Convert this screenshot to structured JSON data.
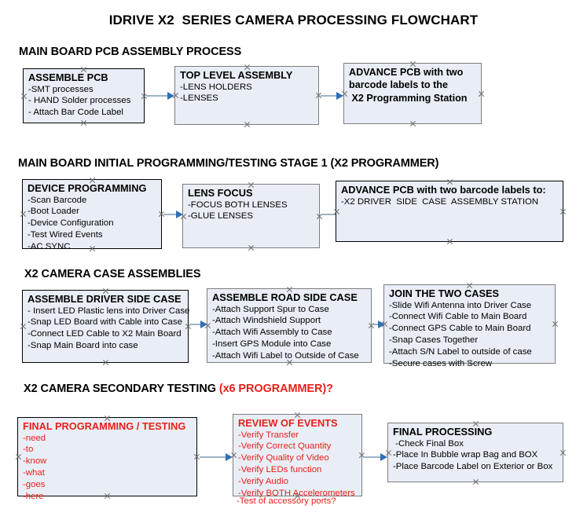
{
  "document": {
    "title": "IDRIVE X2  SERIES CAMERA PROCESSING FLOWCHART",
    "accent_red": "#e8201a",
    "node_fill": "#e9eef6",
    "arrow_color": "#9bb3c6",
    "arrow_head_color": "#2f6fb5"
  },
  "sections": [
    {
      "id": "pcb-assembly",
      "title": "MAIN BOARD PCB ASSEMBLY PROCESS",
      "title_suffix": "",
      "nodes": [
        {
          "id": "assemble-pcb",
          "title": "ASSEMBLE PCB",
          "lines": [
            "-SMT processes",
            "- HAND Solder processes",
            "- Attach Bar Code Label"
          ]
        },
        {
          "id": "top-level-assembly",
          "title": "TOP LEVEL ASSEMBLY",
          "lines": [
            "-LENS HOLDERS",
            "-LENSES"
          ]
        },
        {
          "id": "advance-pcb-to-programming",
          "title": "ADVANCE PCB with two",
          "lines": [
            "barcode labels to the",
            " X2 Programming Station"
          ]
        }
      ]
    },
    {
      "id": "initial-programming",
      "title": "MAIN BOARD INITIAL PROGRAMMING/TESTING STAGE 1 (X2 PROGRAMMER)",
      "title_suffix": "",
      "nodes": [
        {
          "id": "device-programming",
          "title": "DEVICE PROGRAMMING",
          "lines": [
            "-Scan Barcode",
            "-Boot Loader",
            "-Device Configuration",
            "-Test Wired Events",
            "-AC SYNC"
          ]
        },
        {
          "id": "lens-focus",
          "title": "LENS FOCUS",
          "lines": [
            "-FOCUS BOTH LENSES",
            "-GLUE LENSES"
          ]
        },
        {
          "id": "advance-pcb-to-driver-case",
          "title": "ADVANCE PCB with two barcode labels to:",
          "lines": [
            "-X2 DRIVER  SIDE  CASE  ASSEMBLY STATION"
          ]
        }
      ]
    },
    {
      "id": "case-assemblies",
      "title": "X2 CAMERA CASE ASSEMBLIES",
      "title_suffix": "",
      "nodes": [
        {
          "id": "assemble-driver-side-case",
          "title": "ASSEMBLE DRIVER SIDE CASE",
          "lines": [
            "- Insert LED Plastic lens into Driver Case",
            "-Snap LED Board with Cable into Case",
            "-Connect LED Cable to X2 Main Board",
            "-Snap Main Board into case"
          ]
        },
        {
          "id": "assemble-road-side-case",
          "title": "ASSEMBLE ROAD SIDE CASE",
          "lines": [
            "-Attach Support Spur to Case",
            "-Attach Windshield Support",
            "-Attach Wifi Assembly to Case",
            "-Insert GPS Module into Case",
            "-Attach Wifi Label to Outside of Case"
          ]
        },
        {
          "id": "join-the-two-cases",
          "title": "JOIN THE TWO CASES",
          "lines": [
            "-Slide Wifi Antenna into Driver Case",
            "-Connect Wifi Cable to Main Board",
            "-Connect GPS Cable to Main Board",
            "-Snap Cases Together",
            "-Attach S/N Label to outside of case",
            "-Secure cases with Screw"
          ]
        }
      ]
    },
    {
      "id": "secondary-testing",
      "title": "X2 CAMERA SECONDARY TESTING ",
      "title_suffix": "(x6 PROGRAMMER)?",
      "nodes": [
        {
          "id": "final-programming-testing",
          "title": "FINAL PROGRAMMING / TESTING",
          "lines": [
            "-need",
            "-to",
            "-know",
            "-what",
            "-goes",
            "-here"
          ]
        },
        {
          "id": "review-of-events",
          "title": "REVIEW OF EVENTS",
          "lines": [
            "-Verify Transfer",
            "-Verify Correct Quantity",
            "-Verify Quality of Video",
            "-Verify LEDs function",
            "-Verify Audio",
            "-Verify BOTH Accelerometers"
          ],
          "overflow_line": "-Test of accessory ports?"
        },
        {
          "id": "final-processing",
          "title": "FINAL PROCESSING",
          "lines": [
            " -Check Final Box",
            "-Place In Bubble wrap Bag and BOX",
            "-Place Barcode Label on Exterior or Box"
          ]
        }
      ]
    }
  ]
}
